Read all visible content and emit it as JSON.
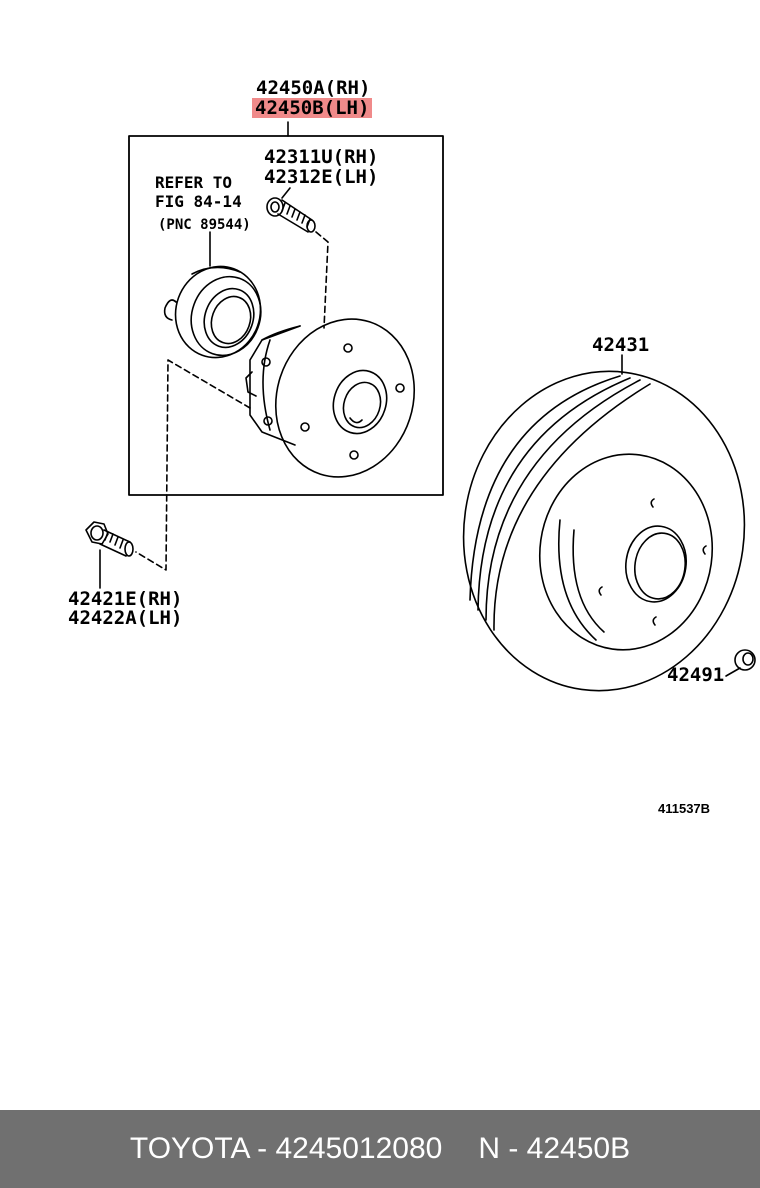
{
  "labels": {
    "assembly_rh": "42450A(RH)",
    "assembly_lh": "42450B(LH)",
    "bolt_rh": "42311U(RH)",
    "bolt_lh": "42312E(LH)",
    "refer_line1": "REFER TO",
    "refer_line2": "FIG 84-14",
    "refer_pnc": "(PNC 89544)",
    "disc": "42431",
    "hub_bolt_rh": "42421E(RH)",
    "hub_bolt_lh": "42422A(LH)",
    "plug": "42491",
    "figure_code": "411537B"
  },
  "footer": {
    "brand_part": "TOYOTA - 4245012080",
    "ref": "N - 42450B"
  },
  "colors": {
    "highlight": "#f08a8a",
    "footer_bg": "#707070",
    "footer_text": "#ffffff"
  }
}
